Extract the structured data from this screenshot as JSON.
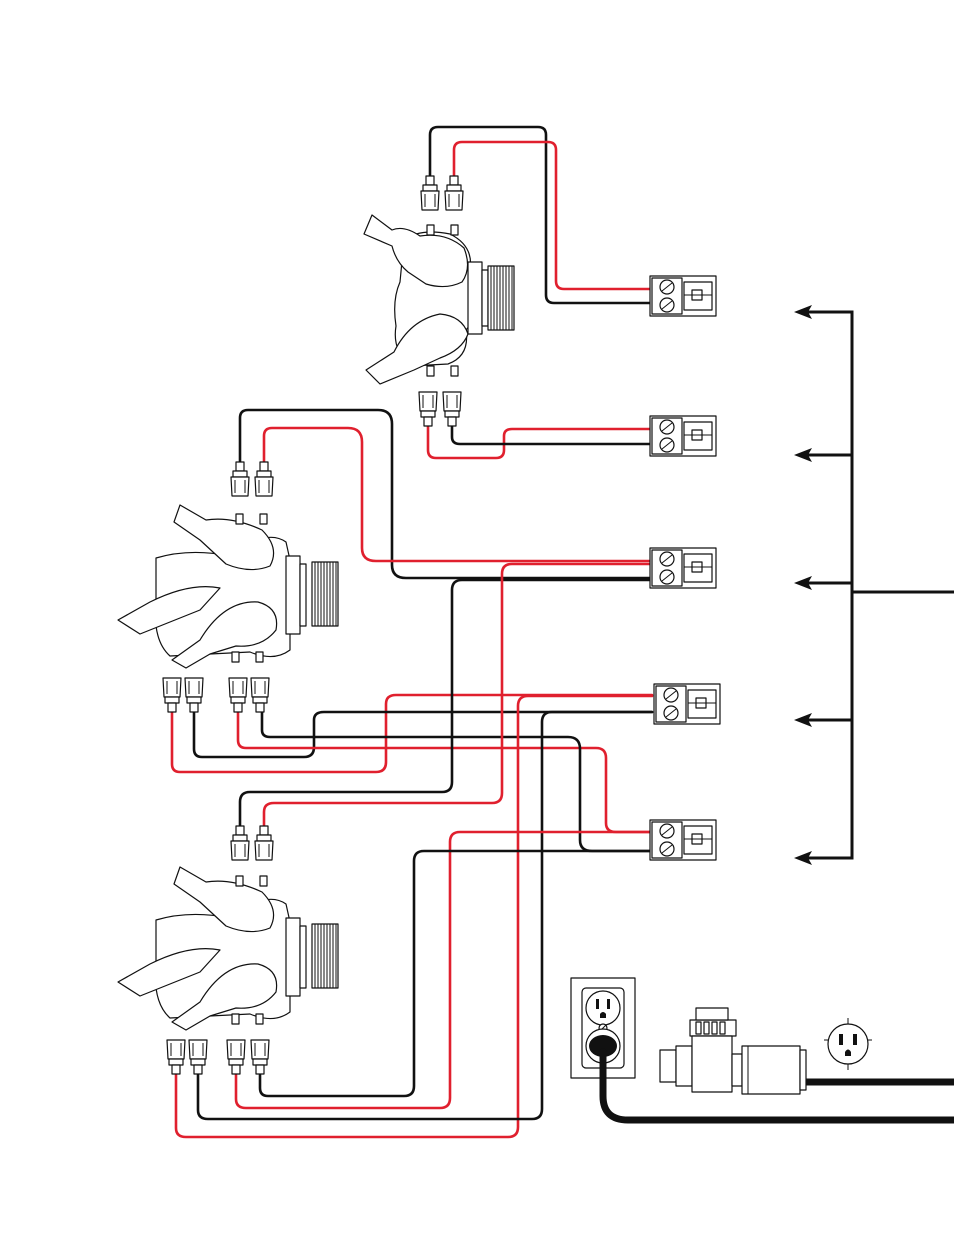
{
  "colors": {
    "hot_wire": "#e0202e",
    "neutral_wire": "#111111",
    "background": "#ffffff"
  },
  "components": {
    "valves": [
      "valve-top",
      "valve-middle",
      "valve-bottom"
    ],
    "terminal_blocks": 5,
    "branch_arrows": 5,
    "outlet": "duplex-outlet",
    "pump": "pump-motor",
    "plug": "power-plug-icon"
  }
}
